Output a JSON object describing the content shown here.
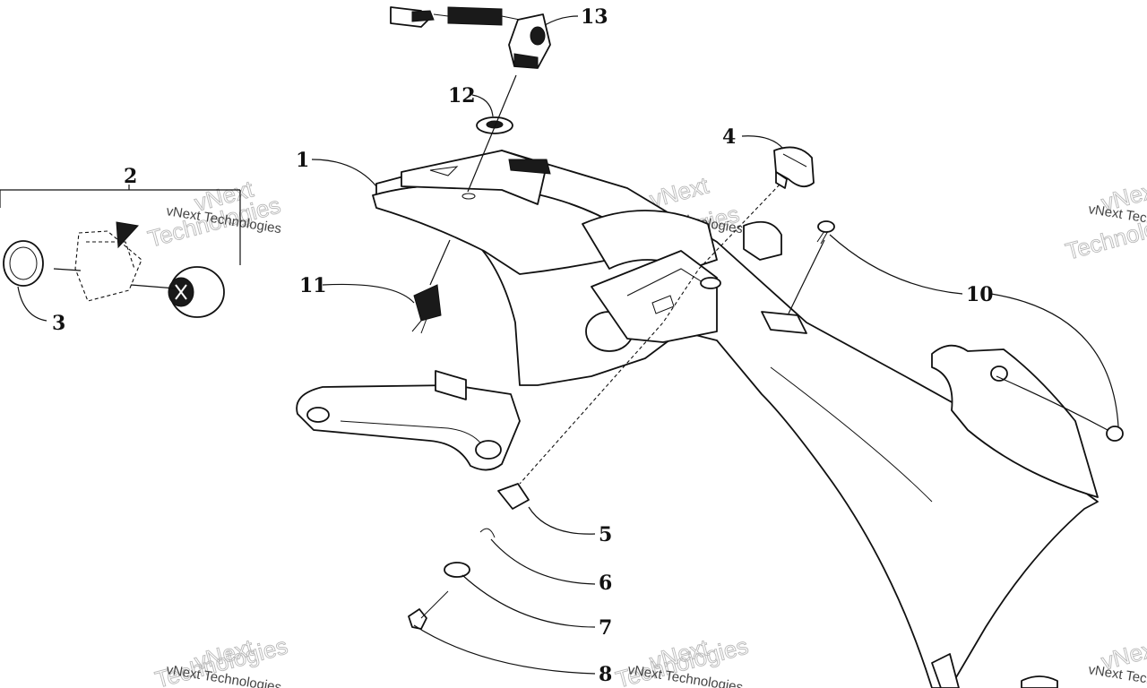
{
  "callouts": [
    {
      "num": "1",
      "part": "panel"
    },
    {
      "num": "2",
      "part": "switch-kit"
    },
    {
      "num": "3",
      "part": "bezel"
    },
    {
      "num": "4",
      "part": "knob"
    },
    {
      "num": "5",
      "part": "clip"
    },
    {
      "num": "6",
      "part": "lock-washer"
    },
    {
      "num": "7",
      "part": "washer"
    },
    {
      "num": "8",
      "part": "screw"
    },
    {
      "num": "10",
      "part": "push-rivet"
    },
    {
      "num": "11",
      "part": "switch"
    },
    {
      "num": "12",
      "part": "nut"
    },
    {
      "num": "13",
      "part": "tether-switch"
    }
  ],
  "watermark": {
    "line1": "vNext Technologies",
    "line2": "vNext",
    "line3": "Technologies"
  }
}
